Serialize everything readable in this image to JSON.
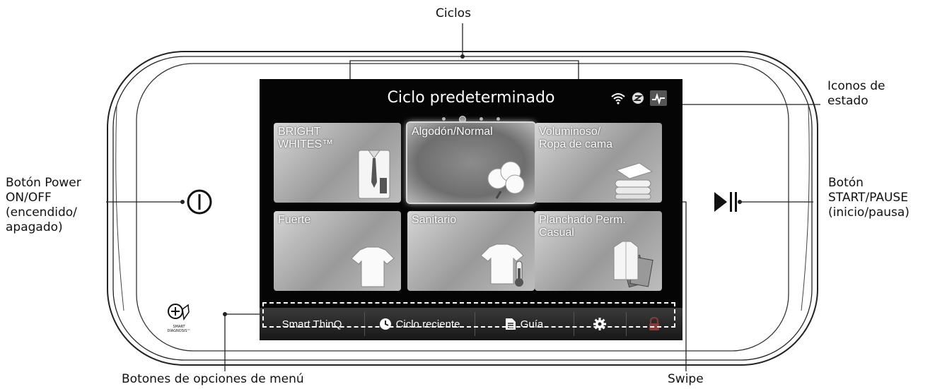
{
  "callouts": {
    "ciclos": "Ciclos",
    "iconos_estado": "Iconos de\nestado",
    "boton_power": "Botón Power\nON/OFF\n(encendido/\napagado)",
    "boton_start": "Botón\nSTART/PAUSE\n(inicio/pausa)",
    "botones_menu": "Botones de opciones de menú",
    "swipe": "Swipe"
  },
  "screen": {
    "title": "Ciclo predeterminado",
    "page_dots": 4,
    "active_dot": 1,
    "status_icons": [
      "wifi-icon",
      "z-icon",
      "diagnosis-icon"
    ]
  },
  "tiles": [
    {
      "label": "BRIGHT\nWHITES™",
      "icon": "shirt-tie-icon",
      "selected": false
    },
    {
      "label": "Algodón/Normal",
      "icon": "cotton-icon",
      "selected": true
    },
    {
      "label": "Voluminoso/\nRopa de cama",
      "icon": "towels-icon",
      "selected": false
    },
    {
      "label": "Fuerte",
      "icon": "tshirt-icon",
      "selected": false
    },
    {
      "label": "Sanitario",
      "icon": "tshirt-thermometer-icon",
      "selected": false
    },
    {
      "label": "Planchado Perm.\nCasual",
      "icon": "jacket-icon",
      "selected": false
    }
  ],
  "menu": {
    "smart_thinq": "Smart ThinQ",
    "ciclo_reciente": "Ciclo reciente",
    "guia": "Guía",
    "settings_icon": "gear-icon",
    "lock_icon": "lock-icon"
  },
  "smart_diagnosis": {
    "text_line1": "SMART",
    "text_line2": "DIAGNOSIS™"
  },
  "colors": {
    "screen_bg": "#050505",
    "outline": "#222222"
  }
}
